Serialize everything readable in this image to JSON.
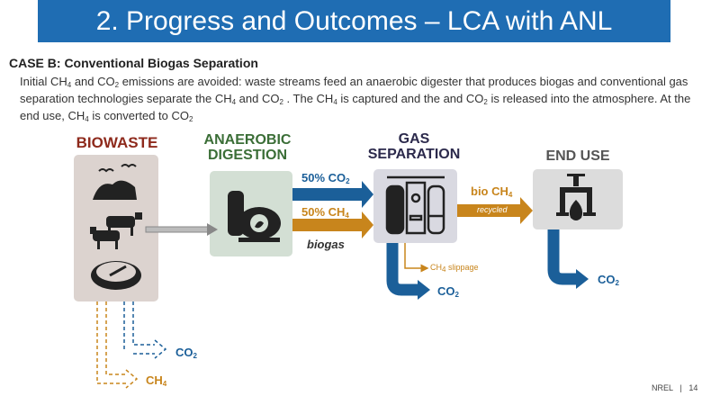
{
  "header": {
    "title": "2.  Progress and Outcomes – LCA with ANL"
  },
  "case": {
    "title": "CASE B: Conventional Biogas Separation"
  },
  "paragraph": [
    {
      "t": "Initial CH"
    },
    {
      "s": "4"
    },
    {
      "t": " and CO"
    },
    {
      "s": "2"
    },
    {
      "t": " emissions are avoided: waste streams feed an anaerobic digester that produces biogas and conventional gas separation technologies separate the CH"
    },
    {
      "s": "4"
    },
    {
      "t": " and CO"
    },
    {
      "s": "2"
    },
    {
      "t": " . The CH"
    },
    {
      "s": "4"
    },
    {
      "t": " is captured and the and CO"
    },
    {
      "s": "2"
    },
    {
      "t": " is released into the atmosphere. At the end use, CH"
    },
    {
      "s": "4"
    },
    {
      "t": " is converted to CO"
    },
    {
      "s": "2"
    }
  ],
  "stages": {
    "biowaste": "BIOWASTE",
    "digestion_1": "ANAEROBIC",
    "digestion_2": "DIGESTION",
    "separation_1": "GAS",
    "separation_2": "SEPARATION",
    "end_use": "END USE"
  },
  "flows": {
    "co2_pct": "50% CO",
    "co2_sub": "2",
    "ch4_pct": "50% CH",
    "ch4_sub": "4",
    "biogas": "biogas",
    "bio_ch4": "bio CH",
    "bio_ch4_sub": "4",
    "recycled": "recycled",
    "slippage_pre": "CH",
    "slippage_sub": "4",
    "slippage_post": " slippage",
    "co2": "CO",
    "co2_sub2": "2",
    "ch4": "CH",
    "ch4_sub2": "4"
  },
  "colors": {
    "blue": "#1b5f99",
    "orange": "#c8851c",
    "header": "#1f6db3"
  },
  "footer": {
    "org": "NREL",
    "sep": "|",
    "page": "14"
  }
}
